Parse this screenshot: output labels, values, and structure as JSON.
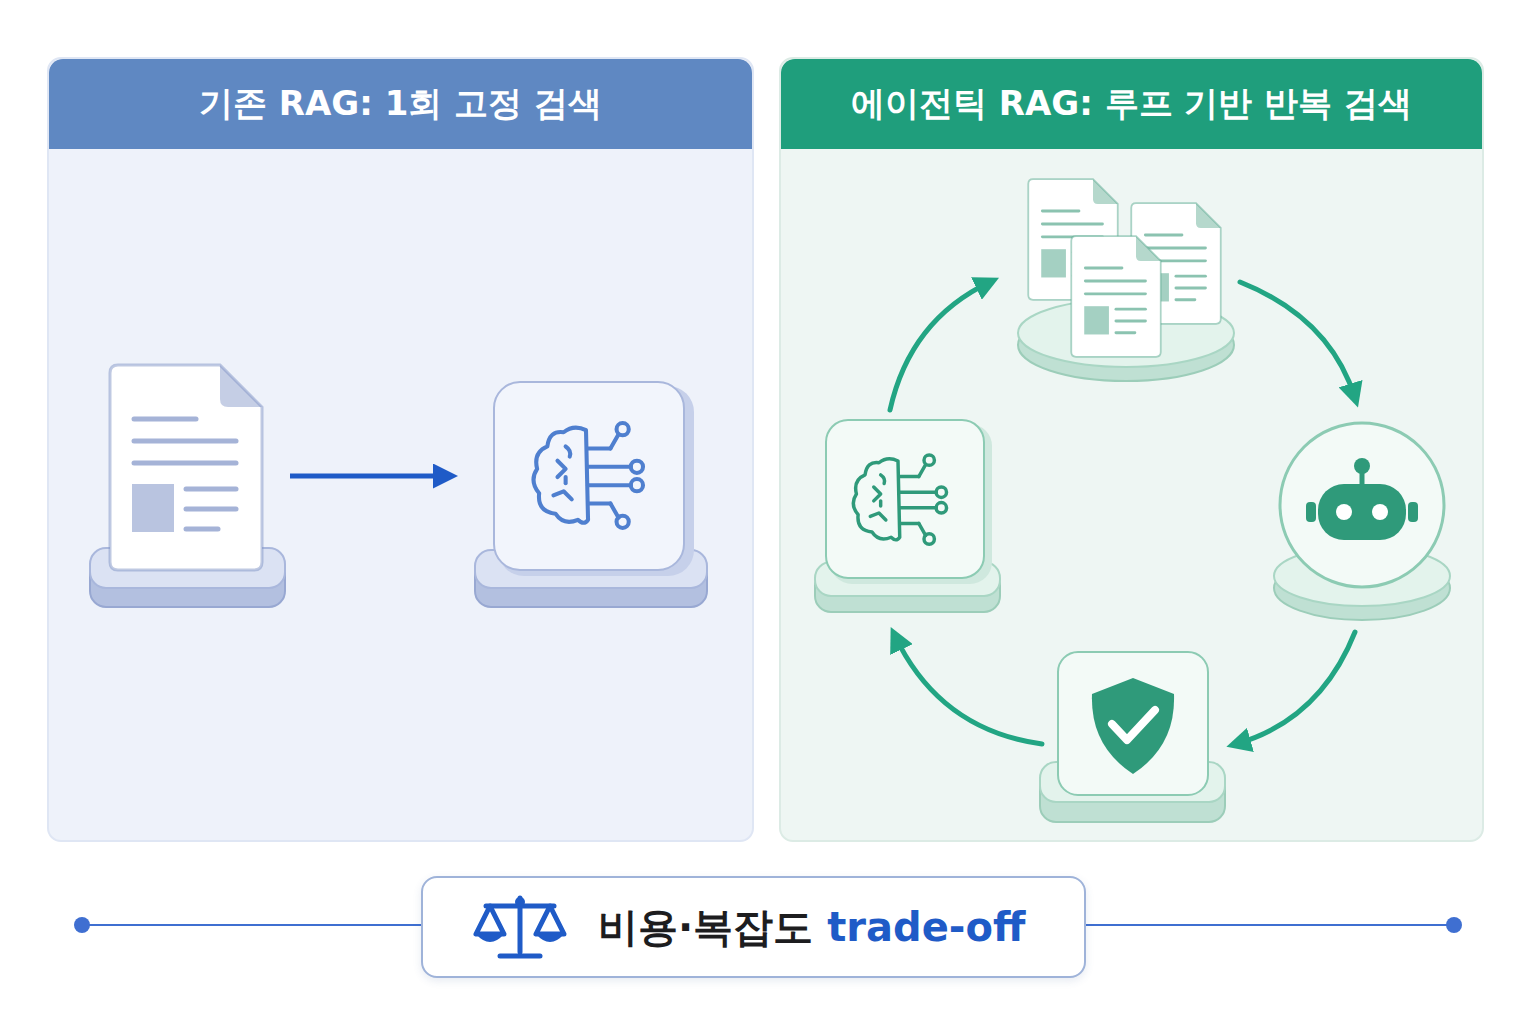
{
  "diagram": {
    "nodes": [
      {
        "text": [
          "기존 RAG: 1회 고정 검색"
        ]
      },
      {
        "text": [
          "에이전틱 RAG: 루프 기반 반복 검색"
        ]
      },
      {
        "text": [
          "비용·복잡도",
          "trade-off"
        ]
      }
    ]
  }
}
